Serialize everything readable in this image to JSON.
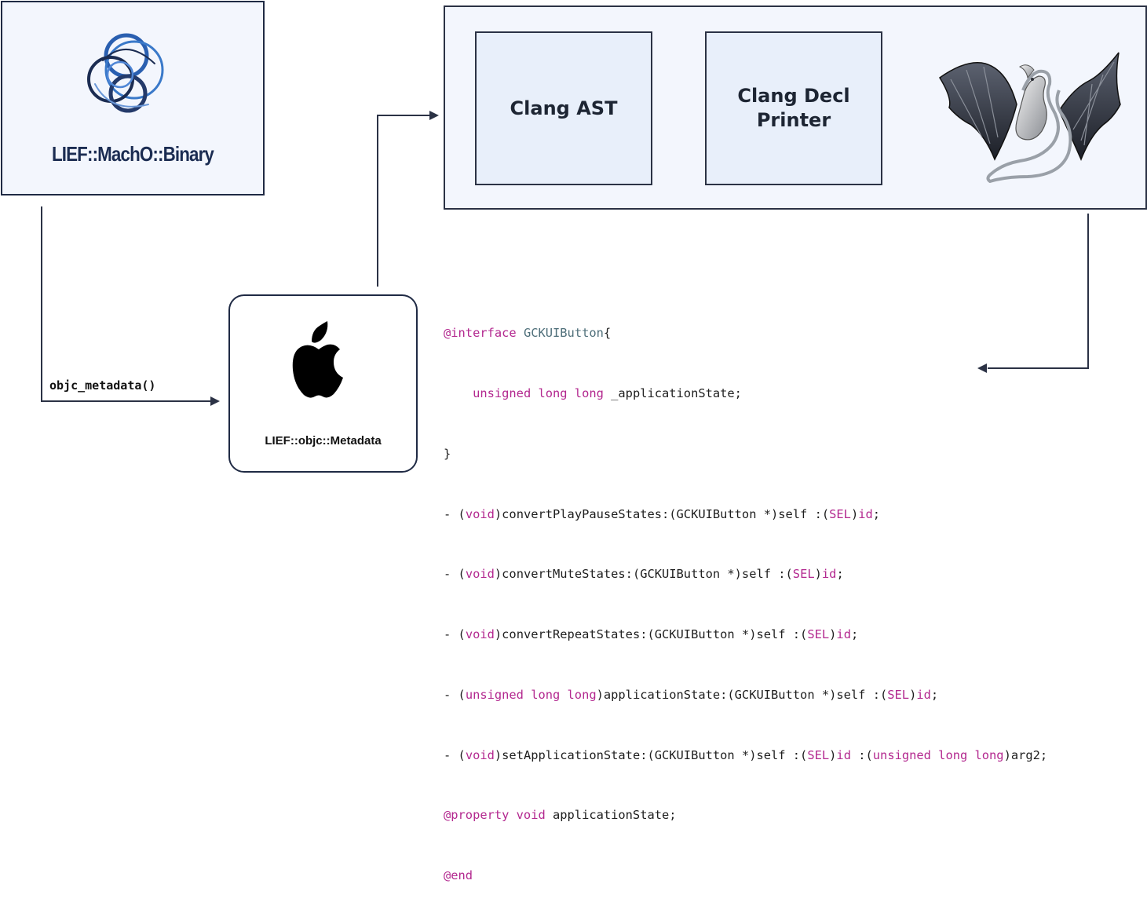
{
  "lief_box": {
    "label": "LIEF::MachO::Binary",
    "logo_icon": "lief-logo-icon"
  },
  "clang_box": {
    "ast_label": "Clang AST",
    "printer_label_line1": "Clang Decl",
    "printer_label_line2": "Printer",
    "logo_icon": "llvm-dragon-icon"
  },
  "metadata_box": {
    "label": "LIEF::objc::Metadata",
    "logo_icon": "apple-icon"
  },
  "edge_label": "objc_metadata()",
  "code": {
    "line1": {
      "at": "@interface",
      "cls": "GCKUIButton",
      "rest": "{"
    },
    "line2": {
      "indent": "    ",
      "kw": "unsigned long long",
      "rest": " _applicationState;"
    },
    "line3": {
      "text": "}"
    },
    "line4": {
      "a": "- (",
      "b": "void",
      "c": ")convertPlayPauseStates:(GCKUIButton *)self :(",
      "d": "SEL",
      "e": ")",
      "f": "id",
      "g": ";"
    },
    "line5": {
      "a": "- (",
      "b": "void",
      "c": ")convertMuteStates:(GCKUIButton *)self :(",
      "d": "SEL",
      "e": ")",
      "f": "id",
      "g": ";"
    },
    "line6": {
      "a": "- (",
      "b": "void",
      "c": ")convertRepeatStates:(GCKUIButton *)self :(",
      "d": "SEL",
      "e": ")",
      "f": "id",
      "g": ";"
    },
    "line7": {
      "a": "- (",
      "b": "unsigned long long",
      "c": ")applicationState:(GCKUIButton *)self :(",
      "d": "SEL",
      "e": ")",
      "f": "id",
      "g": ";"
    },
    "line8": {
      "a": "- (",
      "b": "void",
      "c": ")setApplicationState:(GCKUIButton *)self :(",
      "d": "SEL",
      "e": ")",
      "f": "id",
      "g": " :(",
      "h": "unsigned long long",
      "i": ")arg2;"
    },
    "line9": {
      "kw": "@property void",
      "rest": " applicationState;"
    },
    "line10": {
      "kw": "@end"
    }
  },
  "colors": {
    "keyword": "#b3288f",
    "type": "#4f6f7a",
    "box_fill": "#f3f6fd",
    "inner_fill": "#e8effa",
    "stroke": "#1f2a44"
  }
}
